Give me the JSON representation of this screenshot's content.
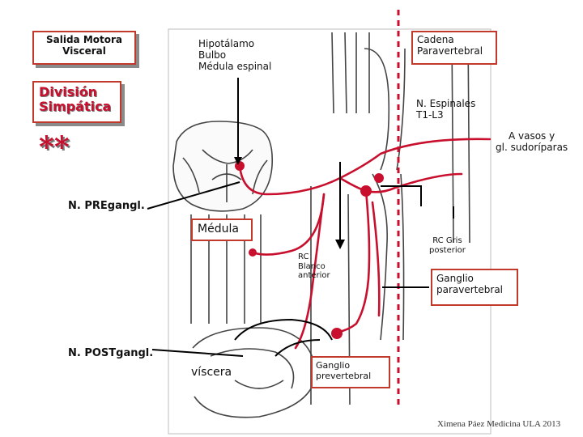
{
  "labels": {
    "salida_motora": "Salida Motora\nVisceral",
    "division_simpatica": "División\nSimpática",
    "asterisks": "**",
    "hipotalamo": "Hipotálamo\nBulbo\nMédula espinal",
    "cadena_paravertebral": "Cadena\nParavertebral",
    "n_espinales": "N. Espinales\nT1-L3",
    "a_vasos": "A vasos y\ngl. sudoríparas",
    "n_pregangl": "N. PREgangl.",
    "medula": "Médula",
    "rc_blanco": "RC\nBlanco\nanterior",
    "rc_gris": "RC Gris\nposterior",
    "ganglio_paravertebral": "Ganglio\nparavertebral",
    "n_postgangl": "N. POSTgangl.",
    "viscera": "víscera",
    "ganglio_prevertebral": "Ganglio\nprevertebral",
    "credit": "Ximena Páez Medicina ULA 2013"
  },
  "colors": {
    "border": "#c0392b",
    "nerve": "#c8102e",
    "division_text": "#c8102e",
    "asterisks": "#c8102e",
    "dashed_line": "#c8102e"
  }
}
